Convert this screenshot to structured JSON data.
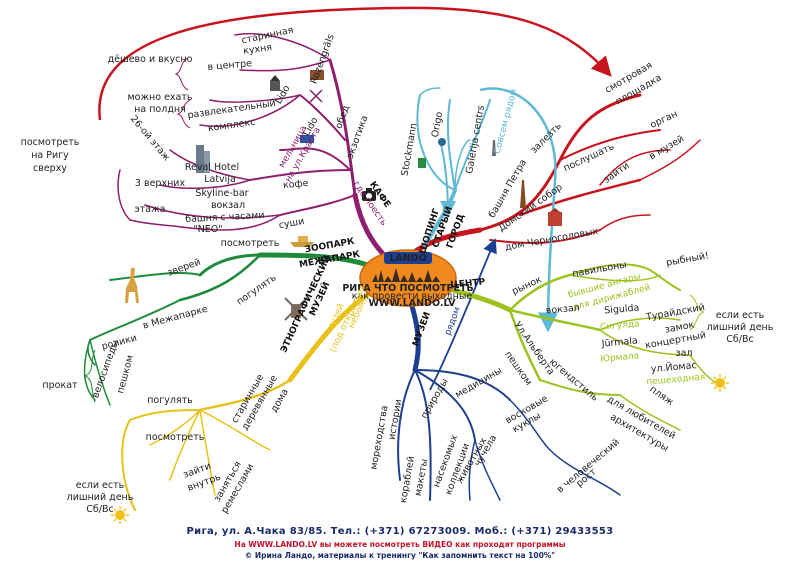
{
  "center": {
    "logo": "LANDO",
    "title": "РИГА ЧТО ПОСМОТРЕТЬ",
    "subtitle": "как провести выходные",
    "site": "WWW.LANDO.LV"
  },
  "branches": {
    "cafe": {
      "heading": "КАФЕ",
      "sub": "где поесть",
      "items": [
        "старинная",
        "кухня",
        "Rozengrāls",
        "в центре",
        "дёшево и вкусно",
        "Lido",
        "можно ехать",
        "на полдня",
        "развлекательный",
        "комплекс",
        "Lido",
        "мельница",
        "на ул.Краста",
        "обед",
        "экзотика",
        "26-ой этаж",
        "Reval Hotel",
        "Latvija",
        "Skyline-bar",
        "кофе",
        "3 верхних",
        "этажа",
        "вокзал",
        "башня с часами",
        "\"NEO\"",
        "суши"
      ]
    },
    "zoo": {
      "heading": "ЗООПАРК",
      "sub": "МЕЖАПАРК",
      "items": [
        "посмотреть",
        "зверей",
        "погулять",
        "в Межапарке",
        "ролики",
        "велосипеды",
        "пешком",
        "прокат"
      ]
    },
    "ethno": {
      "heading": "ЭТНОГРАФИЧЕСКИЙ",
      "heading2": "МУЗЕЙ",
      "sub": "музей",
      "sub2": "(под открытым",
      "sub3": "небом)",
      "items": [
        "погулять",
        "старинные",
        "деревянные",
        "дома",
        "посмотреть",
        "зайти",
        "внутрь",
        "заняться",
        "ремеслами",
        "если есть",
        "лишний день",
        "Сб/Вс"
      ]
    },
    "museum": {
      "heading": "МУЗЕИ",
      "items": [
        "истории",
        "мореходства",
        "природы",
        "медицины",
        "восковые",
        "куклы",
        "чучела",
        "животных",
        "коллекции",
        "насекомых",
        "макеты",
        "кораблей",
        "в человеческий",
        "рост"
      ]
    },
    "center": {
      "heading": "ЦЕНТР",
      "items": [
        "рынок",
        "павильоны",
        "рыбный!",
        "бывшие ангары",
        "для дирижаблей",
        "вокзал",
        "Sigulda",
        "Сигулда",
        "Jūrmala",
        "Юрмала",
        "Турайдский",
        "замок",
        "концертный",
        "зал",
        "ул.Йомас",
        "пешеходная",
        "пляж",
        "если есть",
        "лишний день",
        "Сб/Вс",
        "Ул.Альберта",
        "пешком",
        "югендстиль",
        "для любителей",
        "архитектуры"
      ]
    },
    "oldtown": {
      "heading": "СТАРЫЙ",
      "heading2": "ГОРОД",
      "items": [
        "смотровая",
        "площадка",
        "залезть",
        "башня Петра",
        "орган",
        "послушать",
        "зайти",
        "в музей",
        "Домский собор",
        "дом Черноголовых"
      ]
    },
    "shopping": {
      "heading": "ШОПИНГ",
      "items": [
        "Stockmann",
        "Origo",
        "Galerija centrs",
        "Совсем рядом"
      ]
    },
    "riga_view": {
      "items": [
        "посмотреть",
        "на Ригу",
        "сверху"
      ]
    },
    "nearby": {
      "items": [
        "рядом"
      ]
    }
  },
  "footer": {
    "line1": "Рига, ул. А.Чака 83/85. Тел.: (+371) 67273009. Моб.: (+371) 29433553",
    "line2": "На WWW.LANDO.LV вы можете посмотреть ВИДЕО как проходят программы",
    "line3": "© Ирина Ландо, материалы к тренингу \"Как запомнить текст на 100%\""
  },
  "colors": {
    "cafe": "#8e1f6e",
    "zoo": "#1f8a3a",
    "ethno": "#e8c21a",
    "museum": "#1d3f8f",
    "center": "#9cc21e",
    "oldtown": "#c8141e",
    "shopping": "#5fb8d4",
    "center_node": "#f08a1e"
  },
  "icons": [
    "camera-icon",
    "sun-icon",
    "giraffe-icon",
    "ship-icon",
    "church-icon",
    "building-icon",
    "mill-icon",
    "tower-icon",
    "lion-icon"
  ]
}
